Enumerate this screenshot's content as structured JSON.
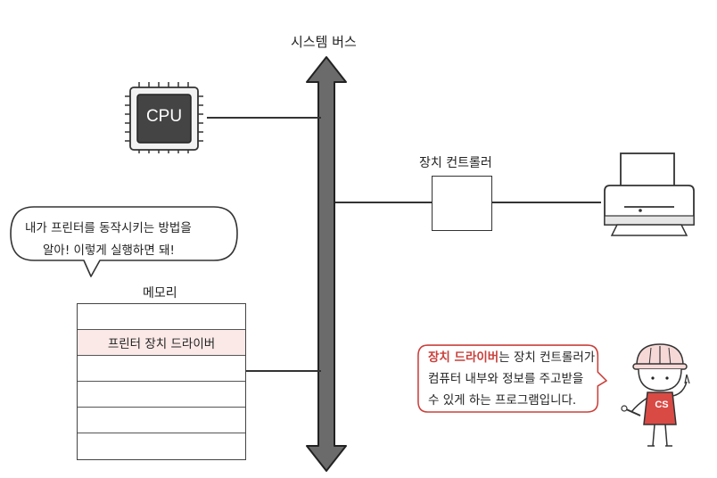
{
  "bus": {
    "label": "시스템 버스"
  },
  "cpu": {
    "label": "CPU"
  },
  "controller": {
    "label": "장치 컨트롤러"
  },
  "memory": {
    "label": "메모리",
    "rows": [
      "",
      "프린터 장치 드라이버",
      "",
      "",
      "",
      ""
    ]
  },
  "speech_left": {
    "line1": "내가 프린터를 동작시키는 방법을",
    "line2": "알아! 이렇게 실행하면 돼!"
  },
  "speech_right": {
    "highlight": "장치 드라이버",
    "line1_rest": "는 장치 컨트롤러가",
    "line2": "컴퓨터 내부와 정보를 주고받을",
    "line3": "수 있게 하는 프로그램입니다."
  },
  "mascot": {
    "badge": "CS"
  },
  "colors": {
    "accent": "#c9403b",
    "highlight_row": "#fbe9e7",
    "bus_fill": "#6b6b6b"
  }
}
